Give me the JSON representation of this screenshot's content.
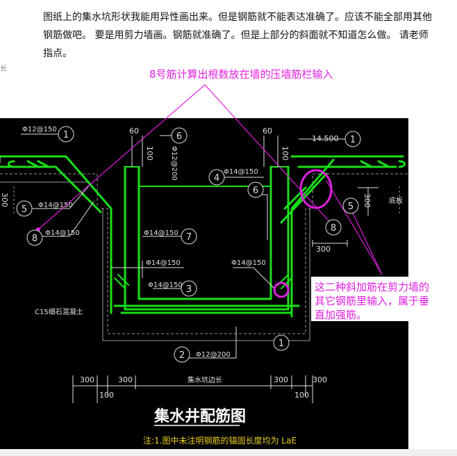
{
  "question_text": "图纸上的集水坑形状我能用异性画出来。但是钢筋就不能表达准确了。应该不能全部用其他钢筋做吧。 要是用剪力墙画。钢筋就准确了。但是上部分的斜面就不知道怎么做。 请老师指点。",
  "margin_mark": "长",
  "annotations": {
    "top": "8号筋计算出根数放在墙的压墙筋栏输入",
    "right_lines": [
      "这二种斜加筋在剪力墙的",
      "其它钢筋里输入，属于垂",
      "直加强筋。"
    ]
  },
  "drawing": {
    "title": "集水井配筋图",
    "note": "注:1.图中未注明钢筋的锚固长度均为 LaE",
    "rebar_labels": {
      "r1": "Φ12@150",
      "r2": "Φ14@150",
      "r3": "Φ14@150",
      "r4": "Φ12@200",
      "r5": "Φ14@150",
      "r6": "Φ14@150",
      "r7": "Φ14@150",
      "r8": "Φ14@150",
      "r9": "Φ14@150",
      "r10": "Φ12@200"
    },
    "circles": [
      "1",
      "5",
      "8",
      "6",
      "4",
      "6",
      "7",
      "3",
      "2",
      "1",
      "1",
      "5",
      "8"
    ],
    "dims": {
      "d60a": "60",
      "d100a": "100",
      "d60b": "60",
      "d100b": "100",
      "elev": "-14.500",
      "d300l": "300",
      "d300r": "300",
      "d300m": "300",
      "bottom": [
        "300",
        "300",
        "300",
        "300"
      ],
      "bottom100l": "100",
      "bottom100r": "100",
      "span": "集水坑边长"
    },
    "labels": {
      "c15": "C15细石混凝土",
      "floor": "底板"
    }
  }
}
